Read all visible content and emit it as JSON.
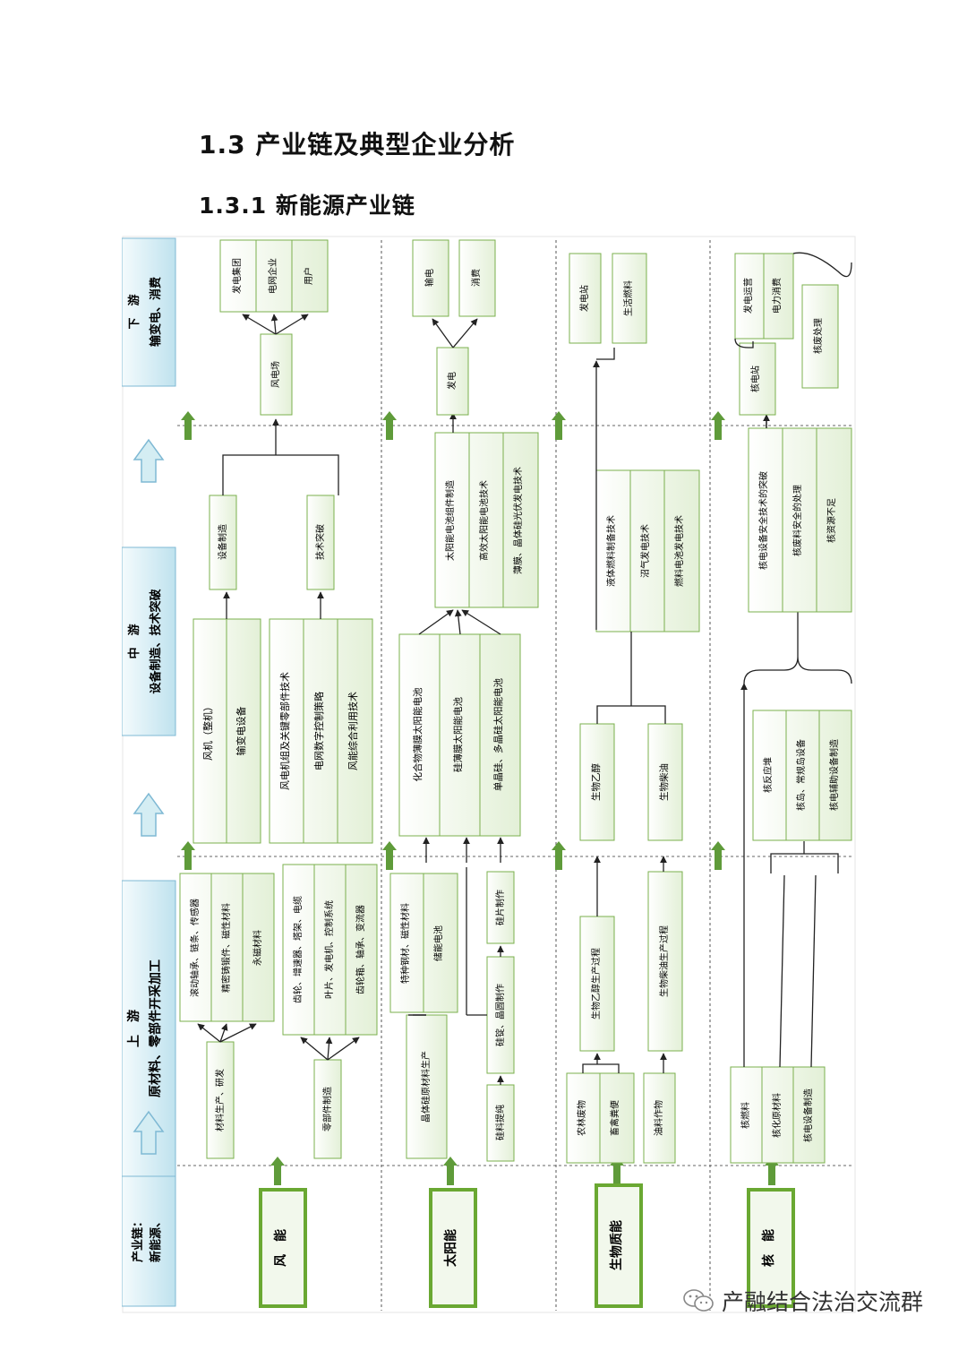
{
  "heading": {
    "section_title": "1.3 产业链及典型企业分析",
    "subsection_title": "1.3.1 新能源产业链"
  },
  "stages": [
    {
      "id": "new-energy",
      "title": "产业链：",
      "subtitle": "新能源、"
    },
    {
      "id": "upstream",
      "title": "上　游",
      "subtitle": "原材料、零部件开采加工"
    },
    {
      "id": "midstream",
      "title": "中　游",
      "subtitle": "设备制造、技术突破"
    },
    {
      "id": "downstream",
      "title": "下　游",
      "subtitle": "输变电、消费"
    }
  ],
  "lanes": [
    {
      "energy": "风　能",
      "up1": [
        "材料生产、研发"
      ],
      "up2": [
        "滚动轴承、链条、传感器",
        "精密铸锻件、磁性材料",
        "永磁材料"
      ],
      "up3": [
        "零部件制造"
      ],
      "up4": [
        "齿轮、增速器、塔架、电缆",
        "叶片、发电机、控制系统",
        "齿轮箱、轴承、变流器"
      ],
      "mid1": [
        "风机（整机）",
        "输变电设备"
      ],
      "mid2": [
        "风电机组及关键零部件技术",
        "电网数字控制策略",
        "风能综合利用技术"
      ],
      "mid3": [
        "设备制造"
      ],
      "mid4": [
        "技术突破"
      ],
      "down1": [
        "风电场"
      ],
      "down2": [
        "发电集团",
        "电网企业",
        "用户"
      ]
    },
    {
      "energy": "太阳能",
      "up1": [
        "晶体硅原材料生产"
      ],
      "up2": [
        "特种钢材、磁性材料",
        "储能电池"
      ],
      "up3": [
        "硅料提纯"
      ],
      "up4": [
        "硅锭、晶圆制作"
      ],
      "up5": [
        "硅片制作"
      ],
      "mid1": [
        "化合物薄膜太阳能电池",
        "硅薄膜太阳能电池",
        "单晶硅、多晶硅太阳能电池"
      ],
      "mid2": [
        "太阳能电池组件制造",
        "高效太阳能电池技术",
        "薄膜、晶体硅光伏发电技术"
      ],
      "down1": [
        "发电"
      ],
      "down2": [
        "输电",
        "消费"
      ]
    },
    {
      "energy": "生物质能",
      "up1": [
        "农林废物",
        "畜禽粪便"
      ],
      "up2": [
        "油料作物"
      ],
      "up3": [
        "生物乙醇生产过程"
      ],
      "up4": [
        "生物柴油生产过程"
      ],
      "mid1": [
        "生物乙醇"
      ],
      "mid2": [
        "生物柴油"
      ],
      "mid3": [
        "液体燃料制备技术",
        "沼气发电技术",
        "燃料电池发电技术"
      ],
      "down1": [
        "发电站"
      ],
      "down2": [
        "生活燃料"
      ]
    },
    {
      "energy": "核　能",
      "up1": [
        "核燃料",
        "核化原材料",
        "核电设备制造"
      ],
      "mid1": [
        "核反应堆",
        "核岛、常规岛设备",
        "核电辅助设备制造"
      ],
      "mid2": [
        "核电设备安全技术的突破",
        "核废料安全的处理",
        "核资源不足"
      ],
      "down1": [
        "核电站"
      ],
      "down2": [
        "发电运营",
        "电力消费"
      ],
      "down3": [
        "核废处理"
      ]
    }
  ],
  "colors": {
    "stage_band": "#d9eef6",
    "stage_band_edge": "#7fb9d4",
    "box_fill": "#eef6e6",
    "box_edge": "#7bb04e",
    "energy_fill": "#f2f8ec",
    "energy_edge": "#6aa832",
    "arrow_up": "#cbe8ef",
    "green_arrow": "#4f8f2f"
  },
  "footer": {
    "icon": "wechat-icon",
    "text": "产融结合法治交流群"
  }
}
